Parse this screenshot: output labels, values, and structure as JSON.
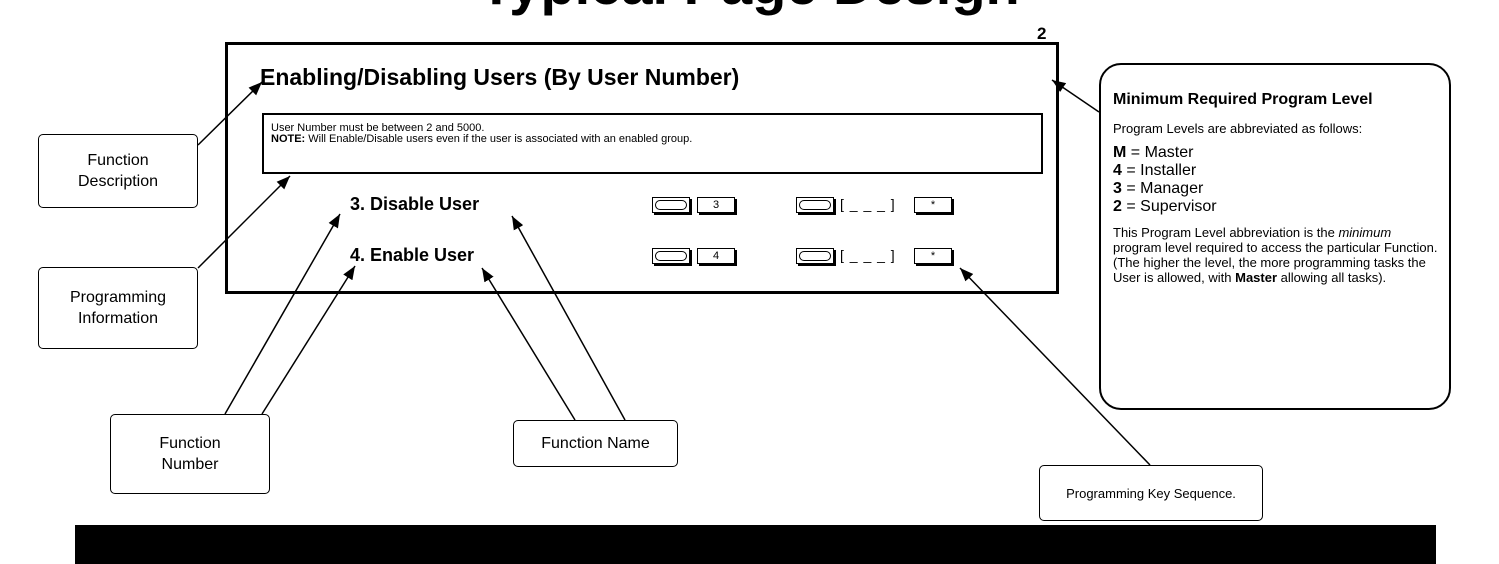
{
  "header": {
    "title": "Typical Page Design"
  },
  "function_box": {
    "title": "Enabling/Disabling Users (By User Number)",
    "program_level": "2",
    "info_line1": "User Number must be between 2 and 5000.",
    "info_note_label": "NOTE:",
    "info_note_text": " Will Enable/Disable users even if the user is associated with an enabled group.",
    "functions": [
      {
        "name": "3. Disable User",
        "key_digit": "3",
        "entry": "[ _ _ _ ]"
      },
      {
        "name": "4. Enable User",
        "key_digit": "4",
        "entry": "[ _ _ _ ]"
      }
    ],
    "star_key": "*"
  },
  "callouts": {
    "function_description": "Function\nDescription",
    "programming_information": "Programming\nInformation",
    "function_number": "Function\nNumber",
    "function_name": "Function Name",
    "key_sequence": "Programming Key Sequence."
  },
  "level_panel": {
    "title": "Minimum Required Program Level",
    "subtitle": "Program Levels are abbreviated as follows:",
    "levels": [
      {
        "code": "M",
        "name": " = Master"
      },
      {
        "code": "4",
        "name": " = Installer"
      },
      {
        "code": "3",
        "name": " = Manager"
      },
      {
        "code": "2",
        "name": " = Supervisor"
      }
    ],
    "text_a": "This Program Level abbreviation is the ",
    "text_em": "minimum",
    "text_b": " program level required to access the particular Function.  (The higher the level, the more programming tasks the User is allowed, with ",
    "text_bold": "Master",
    "text_c": " allowing all tasks)."
  },
  "colors": {
    "ink": "#000000",
    "background": "#ffffff"
  }
}
